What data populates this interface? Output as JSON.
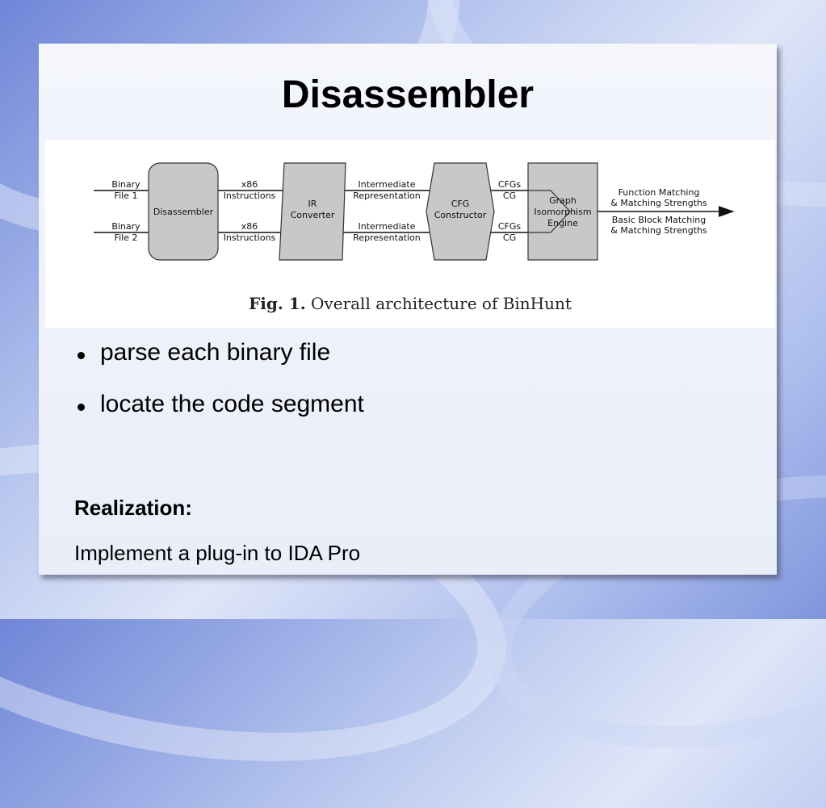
{
  "slide": {
    "title": "Disassembler",
    "bullets": [
      "parse each binary file",
      "locate the code segment"
    ],
    "realization_label": "Realization:",
    "realization_text": "Implement a plug-in to IDA Pro"
  },
  "figure": {
    "caption_prefix": "Fig. 1.",
    "caption_text": "Overall architecture of BinHunt",
    "inputs": [
      {
        "line1": "Binary",
        "line2": "File 1"
      },
      {
        "line1": "Binary",
        "line2": "File 2"
      }
    ],
    "blocks": [
      "Disassembler",
      "IR Converter",
      "CFG Constructor",
      "Graph Isomorphism Engine"
    ],
    "edge_labels": {
      "instructions_top": [
        "x86",
        "Instructions"
      ],
      "instructions_bottom": [
        "x86",
        "Instructions"
      ],
      "ir_top": [
        "Intermediate",
        "Representation"
      ],
      "ir_bottom": [
        "Intermediate",
        "Representation"
      ],
      "cfg_top": [
        "CFGs",
        "CG"
      ],
      "cfg_bottom": [
        "CFGs",
        "CG"
      ]
    },
    "outputs": [
      [
        "Function Matching",
        "& Matching Strengths"
      ],
      [
        "Basic Block Matching",
        "& Matching Strengths"
      ]
    ],
    "colors": {
      "block_fill": "#c8c8c8",
      "block_stroke": "#333333"
    }
  }
}
